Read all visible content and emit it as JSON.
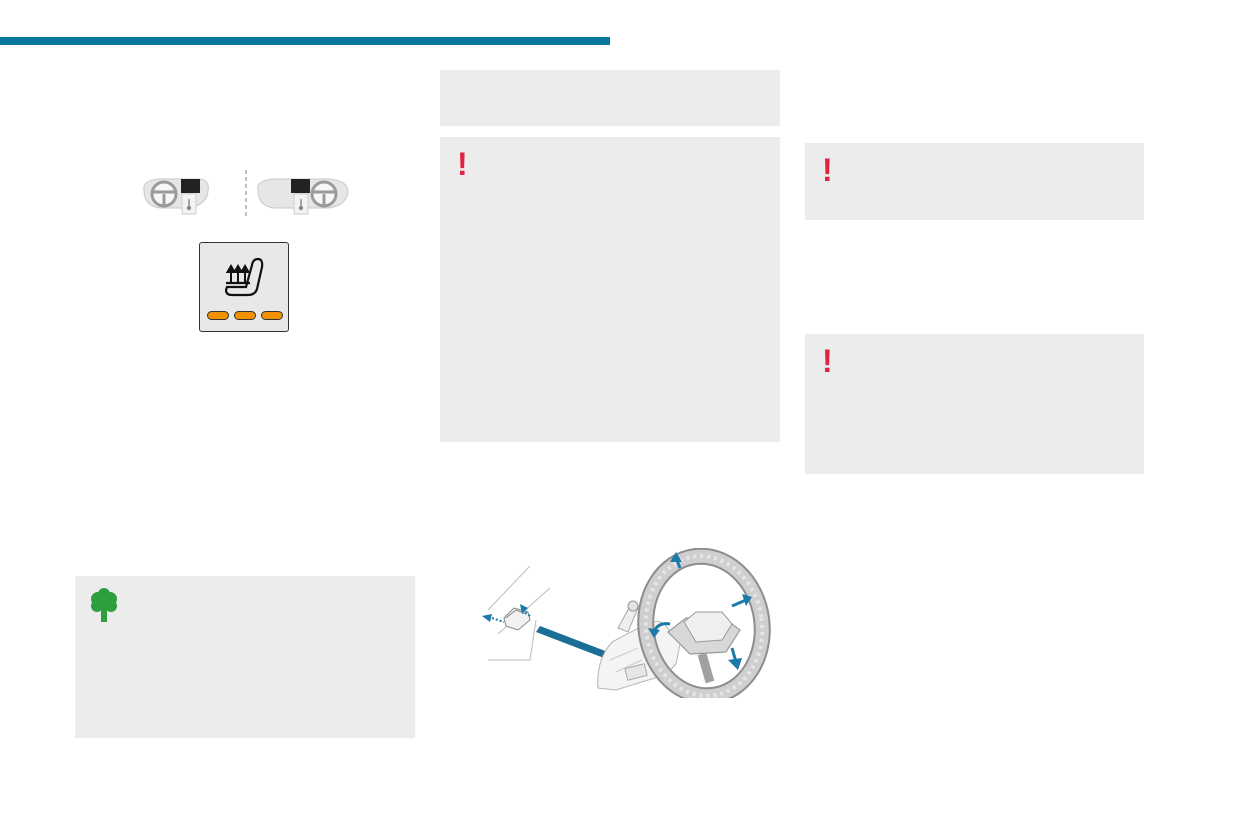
{
  "page": {
    "header_bar_color": "#0a7699",
    "box_color": "#ececec",
    "warning_color": "#e0243f",
    "eco_color": "#2f9e3f",
    "arrow_color": "#1b7aa8",
    "indicator_color": "#f39200"
  },
  "warning_marks": [
    "!",
    "!",
    "!"
  ],
  "icons": {
    "seat_diagram": "seat-position-icon",
    "seat_heating_button": "seat-heating-icon",
    "eco_tip": "eco-tree-icon",
    "steering_illustration": "steering-wheel-adjustment-illustration"
  },
  "seat_heating": {
    "levels_total": 3,
    "levels_lit": 3
  }
}
